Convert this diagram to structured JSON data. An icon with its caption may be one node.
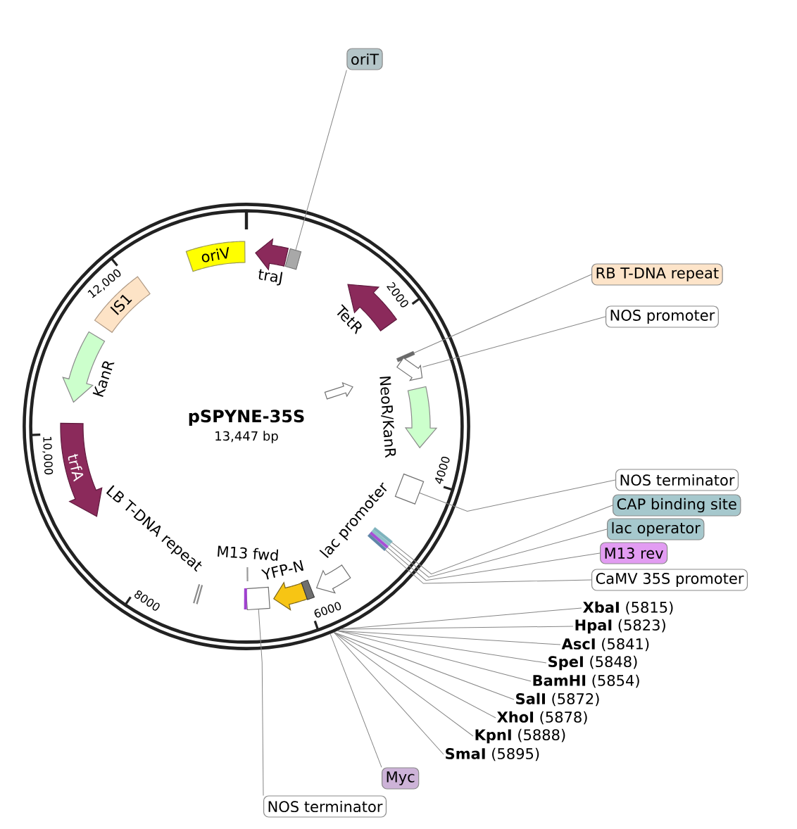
{
  "diagram": {
    "nodes": [
      {
        "text": [
          "pSPYNE-35S",
          "13,447 bp"
        ]
      },
      {
        "text": [
          "oriV"
        ],
        "in": 0
      },
      {
        "text": [
          "traJ"
        ],
        "in": 0
      },
      {
        "text": [],
        "shape": "box",
        "in": 0
      },
      {
        "text": [
          "TetR"
        ],
        "in": 0
      },
      {
        "text": [],
        "shape": "bar",
        "in": 0
      },
      {
        "text": [],
        "shape": "arrow",
        "in": 0
      },
      {
        "text": [],
        "shape": "arrow",
        "in": 0
      },
      {
        "text": [
          "NeoR/KanR"
        ],
        "in": 0
      },
      {
        "text": [],
        "shape": "box",
        "in": 0
      },
      {
        "text": [],
        "shape": "bar",
        "in": 0
      },
      {
        "text": [],
        "shape": "bar",
        "in": 0
      },
      {
        "text": [],
        "shape": "bar",
        "in": 0
      },
      {
        "text": [],
        "shape": "bar",
        "in": 0
      },
      {
        "text": [
          "lac promoter"
        ],
        "in": 0
      },
      {
        "text": [
          "YFP-N"
        ],
        "in": 0
      },
      {
        "text": [],
        "shape": "box",
        "in": 0
      },
      {
        "text": [
          "M13 fwd"
        ],
        "in": 0
      },
      {
        "text": [
          "LB T-DNA repeat"
        ],
        "in": 0
      },
      {
        "text": [
          "trfA"
        ],
        "in": 0
      },
      {
        "text": [
          "KanR"
        ],
        "in": 0
      },
      {
        "text": [
          "IS1"
        ],
        "in": 0
      },
      {
        "text": [
          "oriT"
        ]
      },
      {
        "text": [
          "RB T-DNA repeat"
        ]
      },
      {
        "text": [
          "NOS promoter"
        ]
      },
      {
        "text": [
          "NOS terminator"
        ]
      },
      {
        "text": [
          "CAP binding site"
        ]
      },
      {
        "text": [
          "lac operator"
        ]
      },
      {
        "text": [
          "M13 rev"
        ]
      },
      {
        "text": [
          "CaMV 35S promoter"
        ]
      },
      {
        "text": [
          "**XbaI** (5815)"
        ]
      },
      {
        "text": [
          "**HpaI** (5823)"
        ]
      },
      {
        "text": [
          "**AscI** (5841)"
        ]
      },
      {
        "text": [
          "**SpeI** (5848)"
        ]
      },
      {
        "text": [
          "**BamHI** (5854)"
        ]
      },
      {
        "text": [
          "**SalI** (5872)"
        ]
      },
      {
        "text": [
          "**XhoI** (5878)"
        ]
      },
      {
        "text": [
          "**KpnI** (5888)"
        ]
      },
      {
        "text": [
          "**SmaI** (5895)"
        ]
      },
      {
        "text": [
          "Myc"
        ]
      },
      {
        "text": [
          "NOS terminator"
        ]
      }
    ],
    "edges": [
      {
        "from": 22,
        "to": 3,
        "arrow": "none"
      },
      {
        "from": 23,
        "to": 5,
        "arrow": "none"
      },
      {
        "from": 24,
        "to": 6,
        "arrow": "none"
      },
      {
        "from": 25,
        "to": 9,
        "arrow": "none"
      },
      {
        "from": 26,
        "to": 10,
        "arrow": "none"
      },
      {
        "from": 27,
        "to": 11,
        "arrow": "none"
      },
      {
        "from": 28,
        "to": 12,
        "arrow": "none"
      },
      {
        "from": 29,
        "to": 13,
        "arrow": "none"
      },
      {
        "from": 30,
        "to": 0,
        "arrow": "none"
      },
      {
        "from": 31,
        "to": 0,
        "arrow": "none"
      },
      {
        "from": 32,
        "to": 0,
        "arrow": "none"
      },
      {
        "from": 33,
        "to": 0,
        "arrow": "none"
      },
      {
        "from": 34,
        "to": 0,
        "arrow": "none"
      },
      {
        "from": 35,
        "to": 0,
        "arrow": "none"
      },
      {
        "from": 36,
        "to": 0,
        "arrow": "none"
      },
      {
        "from": 37,
        "to": 0,
        "arrow": "none"
      },
      {
        "from": 38,
        "to": 0,
        "arrow": "none"
      },
      {
        "from": 39,
        "to": 0,
        "arrow": "none"
      },
      {
        "from": 40,
        "to": 16,
        "arrow": "none"
      }
    ],
    "labels": [
      "2000",
      "4000",
      "6000",
      "8000",
      "10,000",
      "12,000"
    ]
  }
}
